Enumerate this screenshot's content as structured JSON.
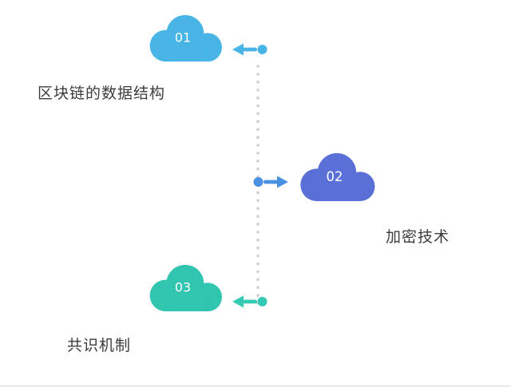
{
  "diagram": {
    "title": "blockchain-key-technologies",
    "connector_color": "#cfcfcf",
    "text_color": "#3c3c3c",
    "background": "#ffffff",
    "nodes": [
      {
        "number": "01",
        "label": "区块链的数据结构",
        "cloud_color": "#49b5e7",
        "arrow_color": "#49b5e7",
        "arrow_direction": "left"
      },
      {
        "number": "02",
        "label": "加密技术",
        "cloud_color": "#5a70d6",
        "arrow_color": "#4a90e2",
        "arrow_direction": "right"
      },
      {
        "number": "03",
        "label": "共识机制",
        "cloud_color": "#31c5b0",
        "arrow_color": "#34c9b3",
        "arrow_direction": "left"
      }
    ]
  }
}
